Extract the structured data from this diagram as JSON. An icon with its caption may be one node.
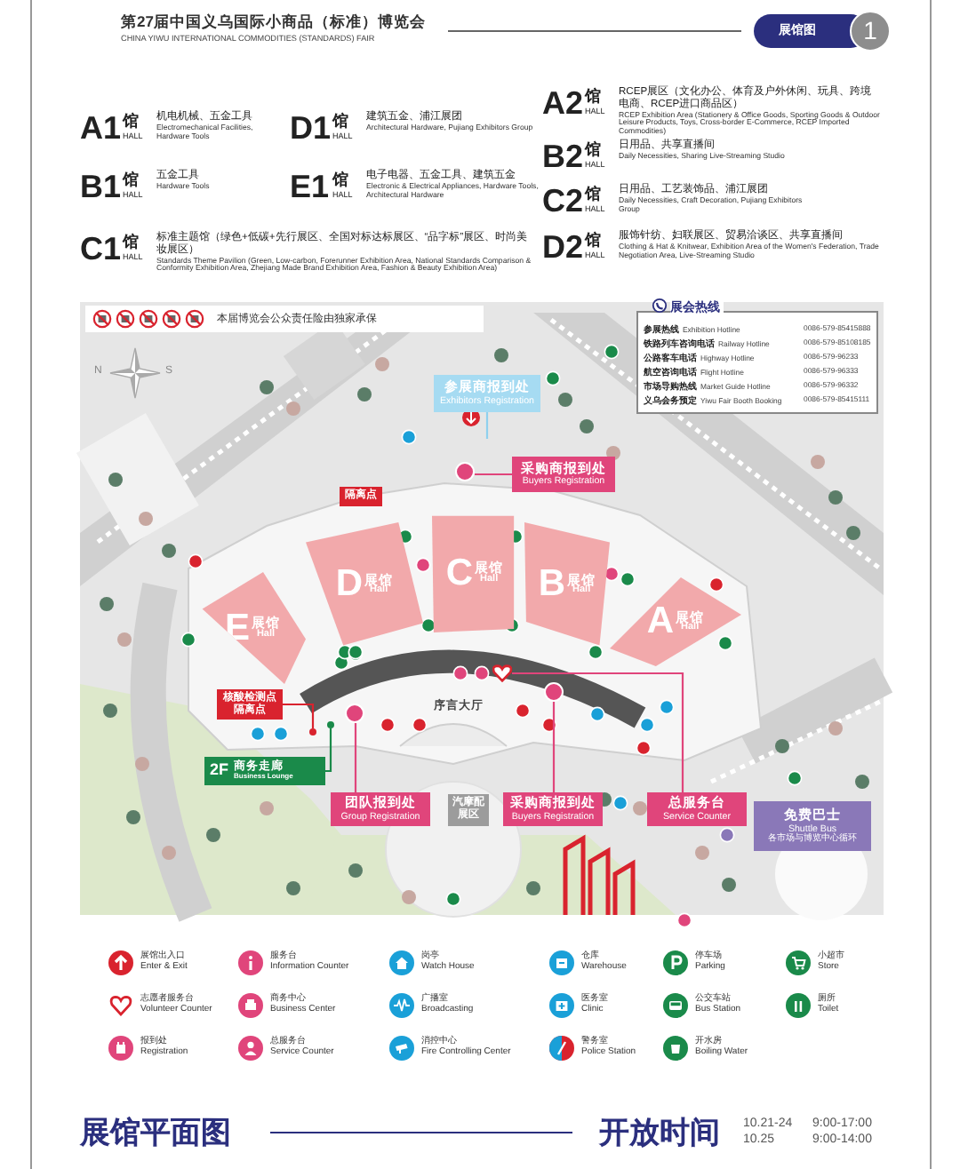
{
  "diagram": {
    "nodes": [
      {
        "text": [
          "参展商报到处",
          "Exhibitors Registration"
        ]
      },
      {
        "text": [
          "采购商报到处",
          "Buyers Registration"
        ]
      },
      {
        "text": [],
        "shape": "circle"
      },
      {
        "text": [
          "隔离点"
        ]
      },
      {
        "text": [
          "E",
          "展馆",
          "Hall"
        ]
      },
      {
        "text": [
          "D",
          "展馆",
          "Hall"
        ]
      },
      {
        "text": [
          "C",
          "展馆",
          "Hall"
        ]
      },
      {
        "text": [
          "B",
          "展馆",
          "Hall"
        ]
      },
      {
        "text": [
          "A",
          "展馆",
          "Hall"
        ]
      },
      {
        "text": [],
        "shape": "heart"
      },
      {
        "text": [
          "核酸检测点隔离点"
        ]
      },
      {
        "text": [],
        "shape": "circle"
      },
      {
        "text": [],
        "shape": "circle"
      },
      {
        "text": [],
        "shape": "circle"
      },
      {
        "text": [
          "2F",
          "商务走廊",
          "Business Lounge"
        ]
      },
      {
        "text": [],
        "shape": "circle"
      },
      {
        "text": [
          "团队报到处",
          "Group Registration"
        ]
      },
      {
        "text": [
          "汽摩配展区"
        ]
      },
      {
        "text": [
          "采购商报到处",
          "Buyers Registration"
        ]
      },
      {
        "text": [
          "总服务台",
          "Service Counter"
        ]
      },
      {
        "text": [
          "免费巴士",
          "Shuttle Bus",
          "各市场与博览中心循环"
        ]
      }
    ],
    "edges": [
      {
        "from": 0,
        "to": null,
        "arrow": "none",
        "color": "#8fd0ee"
      },
      {
        "from": 1,
        "to": 2,
        "arrow": "none"
      },
      {
        "from": 10,
        "to": 11,
        "arrow": "none",
        "color": "#d9232e"
      },
      {
        "from": 14,
        "to": 15,
        "arrow": "none",
        "color": "#1a8a4a"
      },
      {
        "from": 16,
        "to": 12,
        "arrow": "none"
      },
      {
        "from": 18,
        "to": 13,
        "arrow": "none"
      },
      {
        "from": 19,
        "to": 9,
        "arrow": "none"
      }
    ],
    "labels": [
      "第27届中国义乌国际小商品（标准）博览会",
      "CHINA YIWU INTERNATIONAL COMMODITIES (STANDARDS) FAIR",
      "展馆图",
      "1",
      "A1",
      "馆",
      "HALL",
      "机电机械、五金工具",
      "Electromechanical Facilities, Hardware Tools",
      "D1",
      "馆",
      "HALL",
      "建筑五金、浦江展团",
      "Architectural Hardware, Pujiang Exhibitors Group",
      "A2",
      "馆",
      "HALL",
      "RCEP展区（文化办公、体育及户外休闲、玩具、跨境电商、RCEP进口商品区）",
      "RCEP Exhibition Area (Stationery & Office Goods, Sporting Goods & Outdoor Leisure Products, Toys, Cross-border E-Commerce, RCEP Imported Commodities)",
      "B2",
      "馆",
      "HALL",
      "日用品、共享直播间",
      "Daily Necessities, Sharing Live-Streaming Studio",
      "B1",
      "馆",
      "HALL",
      "五金工具",
      "Hardware Tools",
      "E1",
      "馆",
      "HALL",
      "电子电器、五金工具、建筑五金",
      "Electronic & Electrical Appliances, Hardware Tools, Architectural Hardware",
      "C2",
      "馆",
      "HALL",
      "日用品、工艺装饰品、浦江展团",
      "Daily Necessities, Craft Decoration, Pujiang Exhibitors Group",
      "C1",
      "馆",
      "HALL",
      "标准主题馆（绿色+低碳+先行展区、全国对标达标展区、“品字标”展区、时尚美妆展区）",
      "Standards Theme Pavilion (Green, Low-carbon, Forerunner Exhibition Area, National Standards Comparison & Conformity Exhibition Area, Zhejiang Made Brand Exhibition Area, Fashion & Beauty Exhibition Area)",
      "D2",
      "馆",
      "HALL",
      "服饰针纺、妇联展区、贸易洽谈区、共享直播间",
      "Clothing & Hat & Knitwear, Exhibition Area of the Women's Federation, Trade Negotiation Area, Live-Streaming Studio",
      "本届博览会公众责任险由独家承保",
      "展会热线",
      "参展热线",
      "Exhibition Hotline",
      "0086-579-85415888",
      "铁路列车咨询电话",
      "Railway Hotline",
      "0086-579-85108185",
      "公路客车电话",
      "Highway Hotline",
      "0086-579-96233",
      "航空咨询电话",
      "Flight Hotline",
      "0086-579-96333",
      "市场导购热线",
      "Market Guide Hotline",
      "0086-579-96332",
      "义乌会务预定",
      "Yiwu Fair Booth Booking",
      "0086-579-85415111",
      "N",
      "S",
      "序言大厅",
      "展馆平面图",
      "开放时间",
      "10.21-24",
      "9:00-17:00",
      "10.25",
      "9:00-14:00"
    ],
    "legend": [
      {
        "text": "展馆出入口 Enter & Exit"
      },
      {
        "text": "服务台 Information Counter"
      },
      {
        "text": "岗亭 Watch House"
      },
      {
        "text": "仓库 Warehouse"
      },
      {
        "text": "停车场 Parking"
      },
      {
        "text": "小超市 Store"
      },
      {
        "text": "志愿者服务台 Volunteer Counter"
      },
      {
        "text": "商务中心 Business Center"
      },
      {
        "text": "广播室 Broadcasting"
      },
      {
        "text": "医务室 Clinic"
      },
      {
        "text": "公交车站 Bus Station"
      },
      {
        "text": "厕所 Toilet"
      },
      {
        "text": "报到处 Registration"
      },
      {
        "text": "总服务台 Service Counter"
      },
      {
        "text": "消控中心 Fire Controlling Center"
      },
      {
        "text": "警务室 Police Station"
      },
      {
        "text": "开水房 Boiling Water"
      }
    ]
  }
}
